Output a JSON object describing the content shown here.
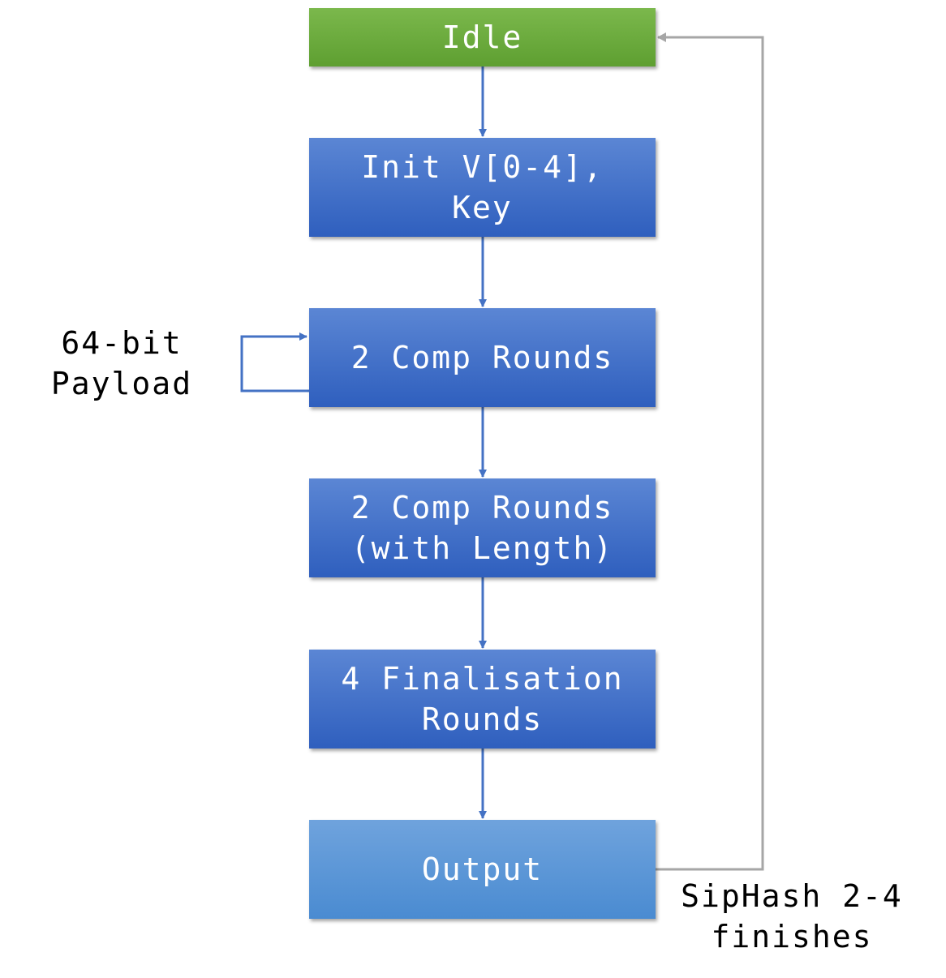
{
  "nodes": {
    "idle": {
      "label": "Idle"
    },
    "init": {
      "label": "Init V[0-4],\nKey"
    },
    "comp_rounds": {
      "label": "2 Comp Rounds"
    },
    "comp_rounds_length": {
      "label": "2 Comp Rounds\n(with Length)"
    },
    "finalisation": {
      "label": "4 Finalisation\nRounds"
    },
    "output": {
      "label": "Output"
    }
  },
  "annotations": {
    "loop_label": "64-bit\nPayload",
    "return_label": "SipHash 2-4\nfinishes"
  },
  "colors": {
    "start_state": "#6aa83d",
    "process_state": "#3a6bc8",
    "output_state": "#5a97d8",
    "flow_arrow": "#4472c4",
    "return_arrow": "#a6a6a6"
  }
}
